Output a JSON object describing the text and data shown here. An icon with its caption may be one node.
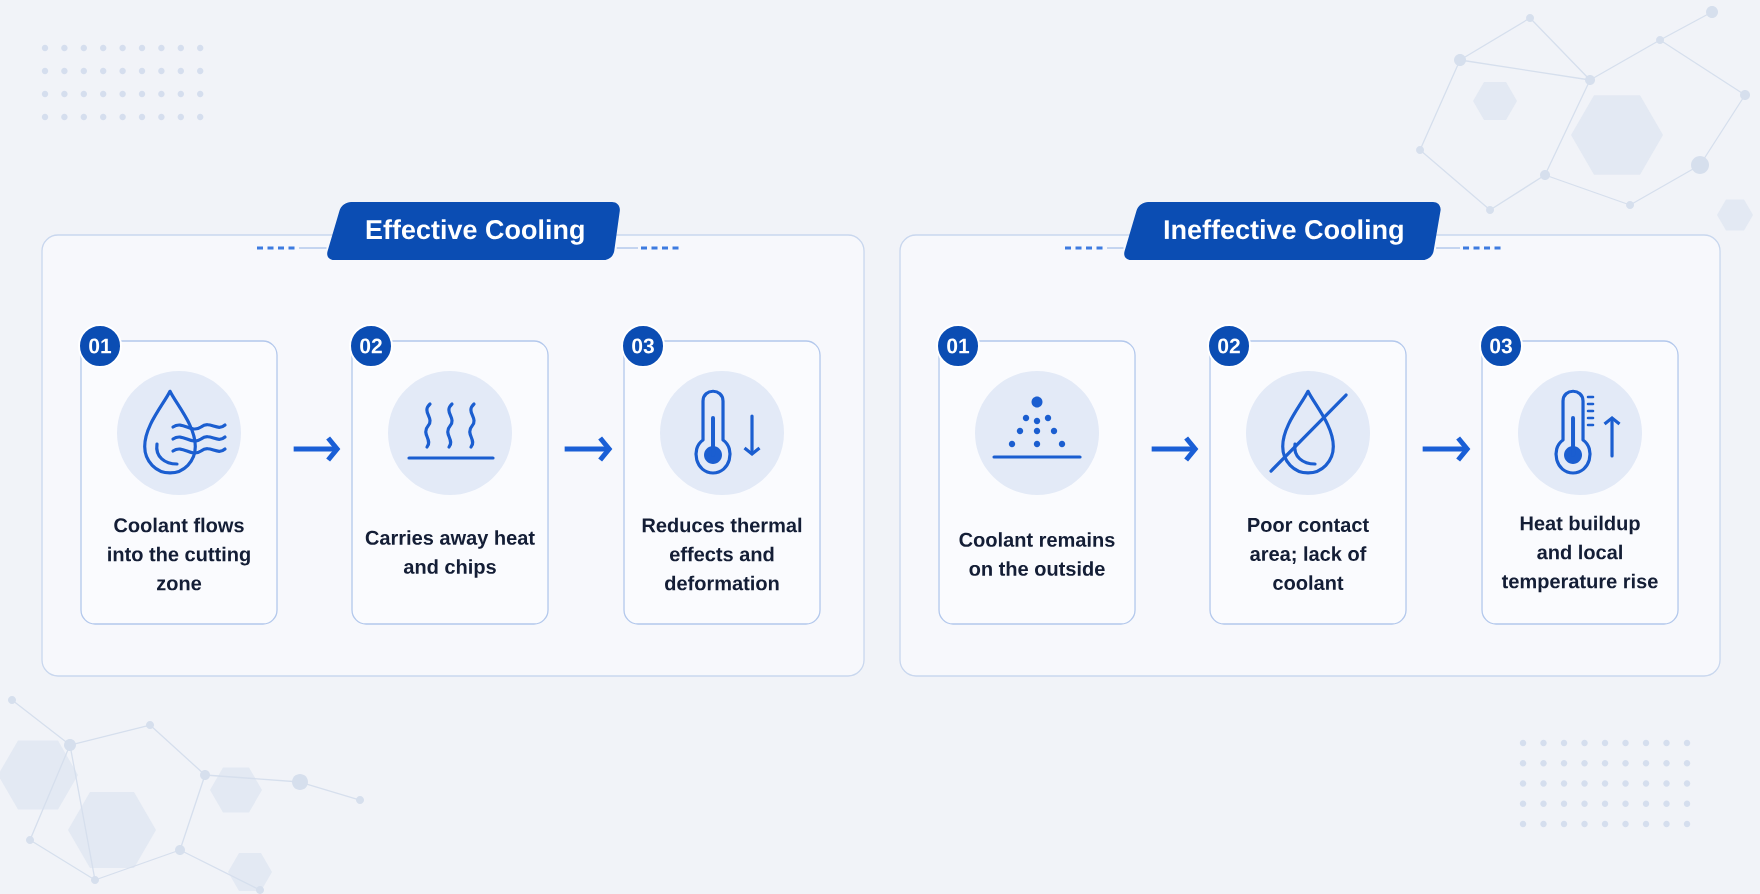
{
  "diagram": {
    "nodes": [
      {
        "text": [
          "Effective Cooling"
        ]
      },
      {
        "text": [
          "01",
          "Coolant flows into the cutting zone"
        ],
        "in": 0
      },
      {
        "text": [
          "02",
          "Carries away heat and chips"
        ],
        "in": 0
      },
      {
        "text": [
          "03",
          "Reduces thermal effects and deformation"
        ],
        "in": 0
      },
      {
        "text": [
          "Ineffective Cooling"
        ]
      },
      {
        "text": [
          "01",
          "Coolant remains on the outside"
        ],
        "in": 4
      },
      {
        "text": [
          "02",
          "Poor contact area; lack of coolant"
        ],
        "in": 4
      },
      {
        "text": [
          "03",
          "Heat buildup and local temperature rise"
        ],
        "in": 4
      }
    ],
    "edges": [
      {
        "from": 1,
        "to": 2,
        "arrow": "to"
      },
      {
        "from": 2,
        "to": 3,
        "arrow": "to"
      },
      {
        "from": 5,
        "to": 6,
        "arrow": "to"
      },
      {
        "from": 6,
        "to": 7,
        "arrow": "to"
      }
    ]
  }
}
